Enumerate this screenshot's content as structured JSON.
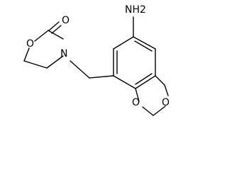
{
  "molecule": {
    "atoms": {
      "nh2": "NH2",
      "carbonyl_oxygen": "O",
      "ring_oxygen_oxazolidinone": "O",
      "ring_nitrogen": "N",
      "dioxane_oxygen_upper": "O",
      "dioxane_oxygen_lower": "O"
    }
  },
  "colors": {
    "bond": "#000000",
    "text": "#000000",
    "background": "#ffffff"
  }
}
